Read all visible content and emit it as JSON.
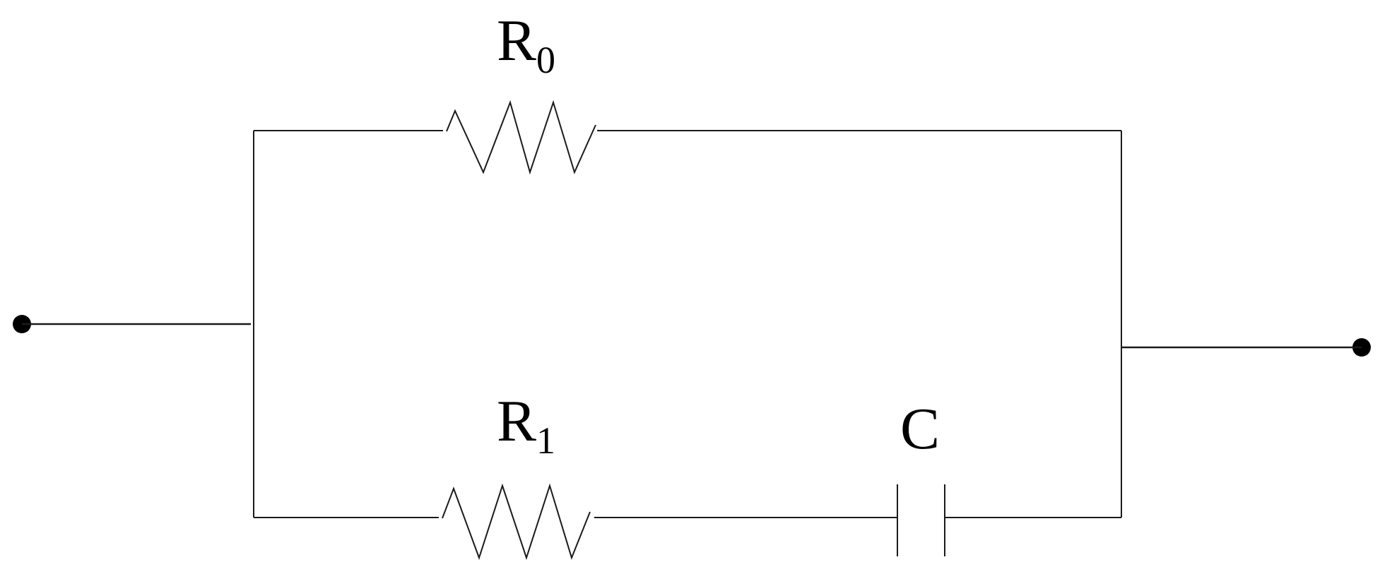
{
  "components": {
    "r0": {
      "letter": "R",
      "subscript": "0"
    },
    "r1": {
      "letter": "R",
      "subscript": "1"
    },
    "c": {
      "letter": "C"
    }
  },
  "colors": {
    "wire": "#1a1a1a",
    "terminal": "#000000",
    "background": "#ffffff"
  }
}
